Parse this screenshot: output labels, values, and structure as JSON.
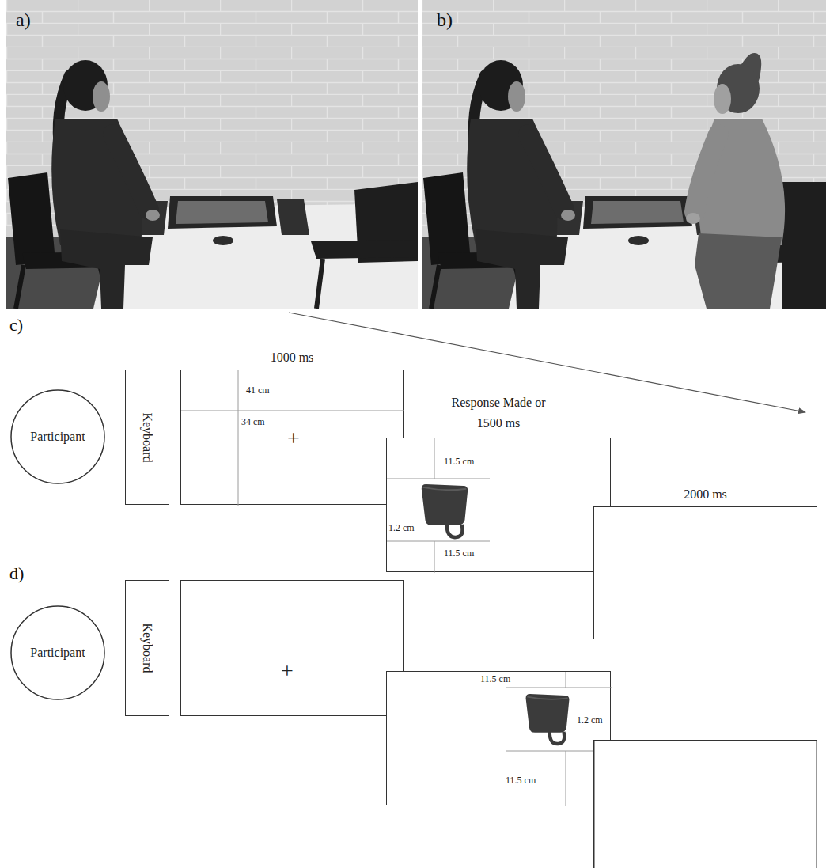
{
  "diagram": {
    "nodes": [
      {
        "text": [
          "Participant"
        ]
      },
      {
        "text": [
          "Keyboard"
        ]
      },
      {
        "text": [
          "1000 ms",
          "41 cm",
          "34 cm",
          "+"
        ]
      },
      {
        "text": [
          "Response Made or 1500 ms",
          "11.5 cm",
          "1.2 cm",
          "11.5 cm"
        ]
      },
      {
        "text": [
          "2000 ms"
        ]
      },
      {
        "text": [
          "Participant"
        ]
      },
      {
        "text": [
          "Keyboard"
        ]
      },
      {
        "text": [
          "+"
        ]
      },
      {
        "text": [
          "11.5 cm",
          "1.2 cm",
          "11.5 cm"
        ]
      }
    ],
    "labels": [
      "a)",
      "b)",
      "c)",
      "d)"
    ]
  }
}
